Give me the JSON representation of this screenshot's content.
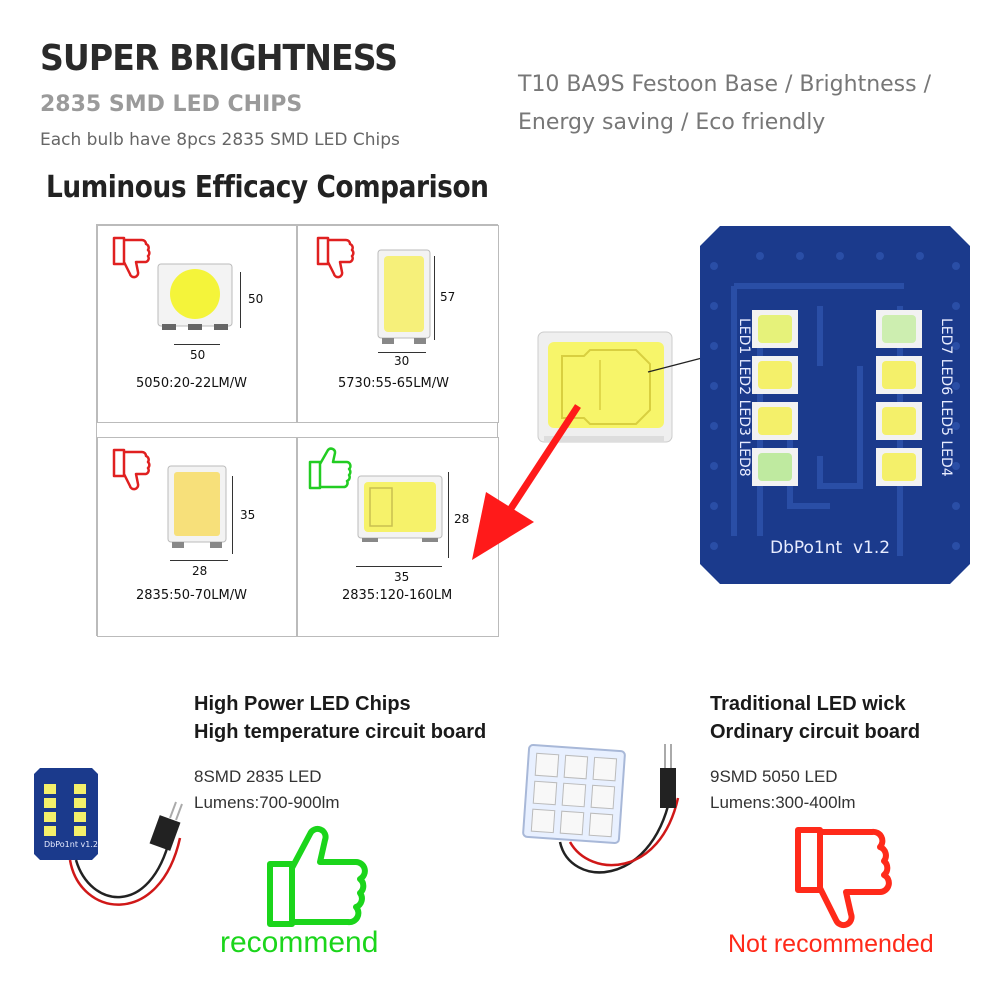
{
  "header": {
    "headline": "SUPER BRIGHTNESS",
    "subhead": "2835 SMD LED CHIPS",
    "note": "Each bulb have 8pcs 2835 SMD LED Chips",
    "description_line1": "T10 BA9S Festoon Base / Brightness /",
    "description_line2": "Energy saving / Eco friendly"
  },
  "comparison": {
    "title": "Luminous Efficacy Comparison",
    "cells": [
      {
        "label": "5050:20-22LM/W",
        "dim_w": "50",
        "dim_h": "50",
        "verdict": "thumbs-down"
      },
      {
        "label": "5730:55-65LM/W",
        "dim_w": "30",
        "dim_h": "57",
        "verdict": "thumbs-down"
      },
      {
        "label": "2835:50-70LM/W",
        "dim_w": "28",
        "dim_h": "35",
        "verdict": "thumbs-down"
      },
      {
        "label": "2835:120-160LM",
        "dim_w": "35",
        "dim_h": "28",
        "verdict": "thumbs-up"
      }
    ]
  },
  "board": {
    "silk_label": "DbPo1nt  v1.2",
    "left_leds": "LED1 LED2 LED3 LED8",
    "right_leds": "LED7 LED6 LED5 LED4"
  },
  "products": {
    "left": {
      "feature1": "High Power LED Chips",
      "feature2": "High temperature circuit board",
      "spec1": "8SMD 2835 LED",
      "spec2": "Lumens:700-900lm",
      "board_label": "DbPo1nt v1.2",
      "verdict": "recommend"
    },
    "right": {
      "feature1": "Traditional LED wick",
      "feature2": "Ordinary circuit board",
      "spec1": "9SMD 5050 LED",
      "spec2": "Lumens:300-400lm",
      "verdict": "Not recommended"
    }
  },
  "colors": {
    "board_blue": "#1b3a8c",
    "good_green": "#1bd51b",
    "bad_red": "#ff2a1a",
    "led_yellow": "#f4f060"
  }
}
